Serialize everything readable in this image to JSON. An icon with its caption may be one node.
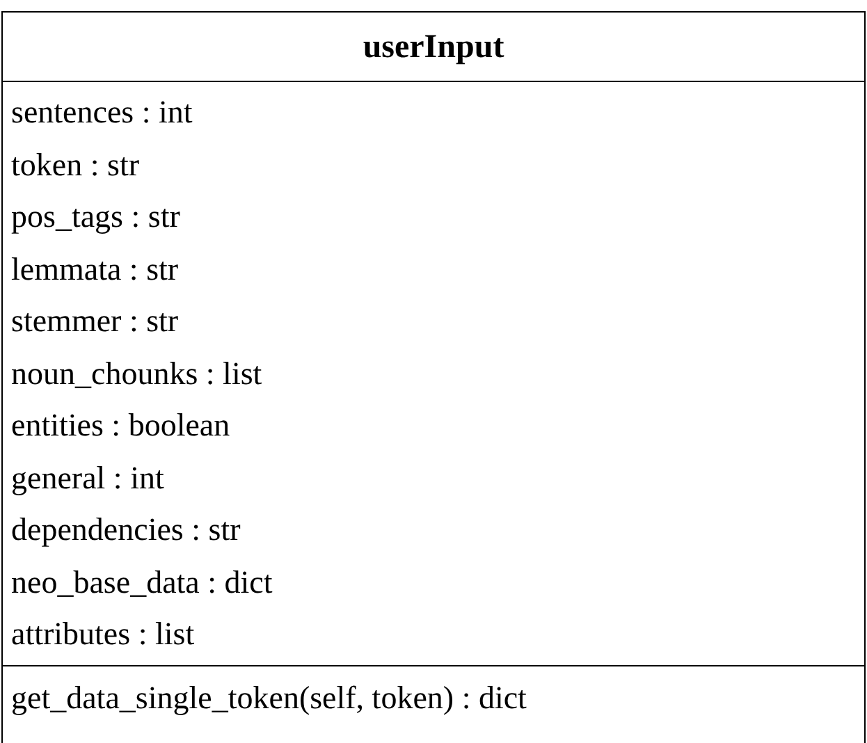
{
  "diagram": {
    "nodes": [
      {
        "text": [
          "userInput"
        ]
      },
      {
        "text": [
          "sentences : int",
          "token : str",
          "pos_tags : str",
          "lemmata : str",
          "stemmer : str",
          "noun_chounks : list",
          "entities : boolean",
          "general : int",
          "dependencies : str",
          "neo_base_data : dict",
          "attributes : list"
        ],
        "in": 0
      },
      {
        "text": [
          "get_data_single_token(self, token) : dict"
        ],
        "in": 0
      }
    ]
  }
}
